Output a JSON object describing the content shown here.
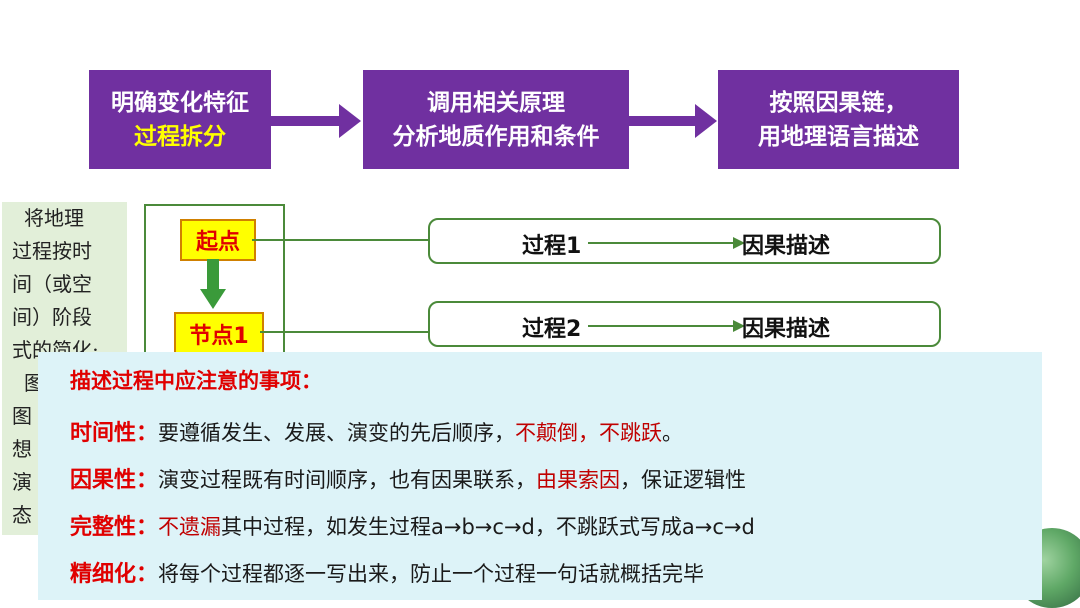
{
  "flow": {
    "step1": {
      "line1": "明确变化特征",
      "line2": "过程拆分"
    },
    "step2": {
      "line1": "调用相关原理",
      "line2": "分析地质作用和条件"
    },
    "step3": {
      "line1": "按照因果链，",
      "line2": "用地理语言描述"
    }
  },
  "note": {
    "lines": [
      "将地理",
      "过程按时",
      "间（或空",
      "间）阶段",
      "式的简化;",
      "图",
      "图",
      "想",
      "演",
      "态"
    ]
  },
  "diagram": {
    "node_start": "起点",
    "node_1": "节点1",
    "process1": {
      "label": "过程1",
      "result": "因果描述"
    },
    "process2": {
      "label": "过程2",
      "result": "因果描述"
    }
  },
  "notice": {
    "title": "描述过程中应注意的事项：",
    "items": [
      {
        "label": "时间性：",
        "pre": "要遵循发生、发展、演变的先后顺序，",
        "red": "不颠倒，不跳跃",
        "post": "。"
      },
      {
        "label": "因果性：",
        "pre": "演变过程既有时间顺序，也有因果联系，",
        "red": "由果索因",
        "post": "，保证逻辑性"
      },
      {
        "label": "完整性：",
        "pre": "",
        "red": "不遗漏",
        "post": "其中过程，如发生过程a→b→c→d，不跳跃式写成a→c→d"
      },
      {
        "label": "精细化：",
        "pre": "将每个过程都逐一写出来，防止一个过程一句话就概括完毕",
        "red": "",
        "post": ""
      }
    ]
  },
  "colors": {
    "purple": "#7030a0",
    "yellow": "#ffff00",
    "red": "#e00000",
    "green": "#4b8a3a",
    "panel": "#ddf3f8",
    "note": "#e2efd9"
  }
}
